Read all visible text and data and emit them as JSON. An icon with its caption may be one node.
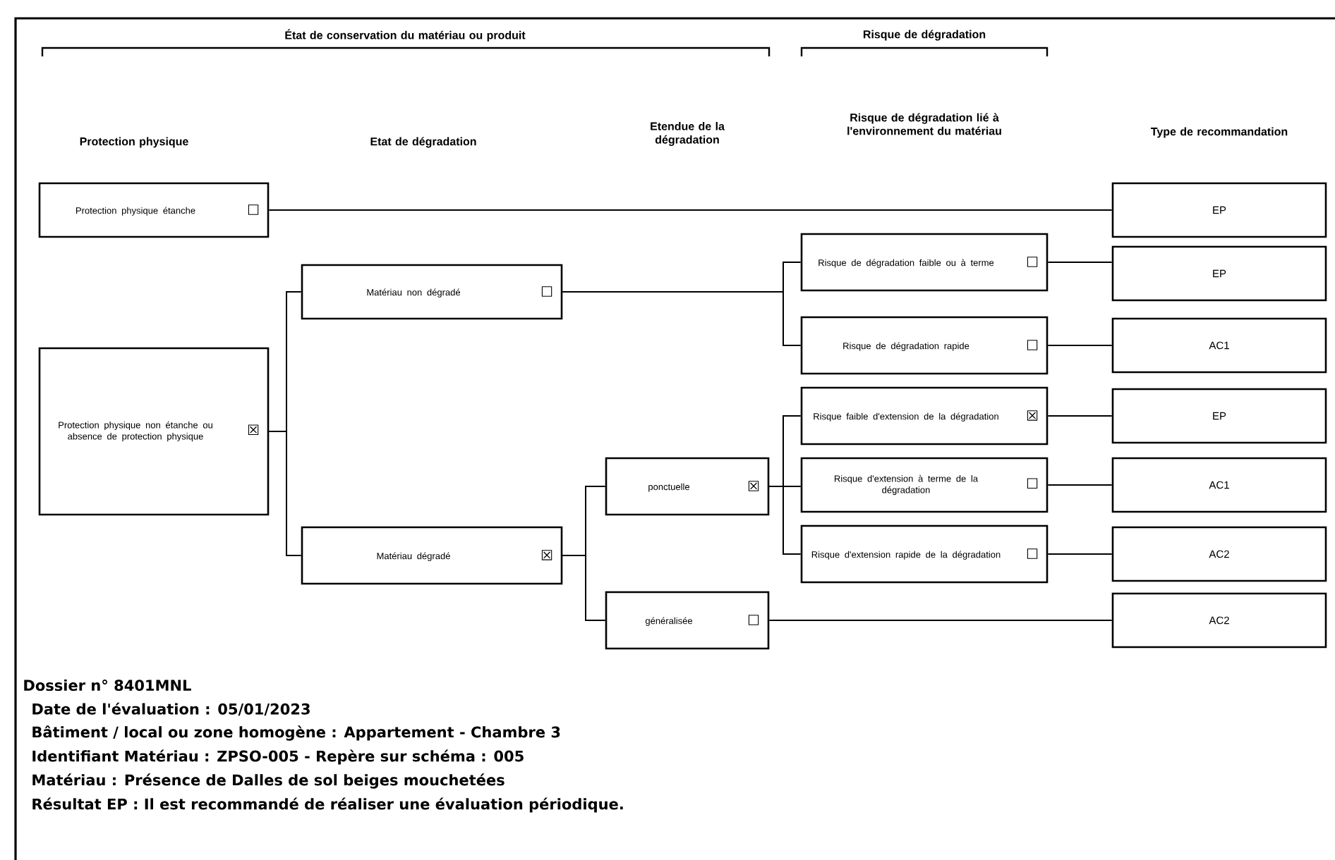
{
  "diagram": {
    "nodes": [
      {
        "text": [
          "Protection physique étanche",
          "☐"
        ]
      },
      {
        "text": [
          "Protection physique non étanche ou absence de protection physique",
          "☒"
        ]
      },
      {
        "text": [
          "Matériau non dégradé",
          "☐"
        ]
      },
      {
        "text": [
          "Matériau dégradé",
          "☒"
        ]
      },
      {
        "text": [
          "ponctuelle",
          "☒"
        ]
      },
      {
        "text": [
          "généralisée",
          "☐"
        ]
      },
      {
        "text": [
          "Risque de dégradation faible ou à terme",
          "☐"
        ]
      },
      {
        "text": [
          "Risque de dégradation rapide",
          "☐"
        ]
      },
      {
        "text": [
          "Risque faible d'extension de la dégradation",
          "☒"
        ]
      },
      {
        "text": [
          "Risque d'extension à terme de la dégradation",
          "☐"
        ]
      },
      {
        "text": [
          "Risque d'extension rapide de la dégradation",
          "☐"
        ]
      },
      {
        "text": [
          "EP"
        ]
      },
      {
        "text": [
          "EP"
        ]
      },
      {
        "text": [
          "AC1"
        ]
      },
      {
        "text": [
          "EP"
        ]
      },
      {
        "text": [
          "AC1"
        ]
      },
      {
        "text": [
          "AC2"
        ]
      },
      {
        "text": [
          "AC2"
        ]
      }
    ],
    "edges": [
      {
        "from": 0,
        "to": 11,
        "arrow": "none"
      },
      {
        "from": 1,
        "to": 2,
        "arrow": "none"
      },
      {
        "from": 1,
        "to": 3,
        "arrow": "none"
      },
      {
        "from": 2,
        "to": 6,
        "arrow": "none"
      },
      {
        "from": 2,
        "to": 7,
        "arrow": "none"
      },
      {
        "from": 3,
        "to": 4,
        "arrow": "none"
      },
      {
        "from": 3,
        "to": 5,
        "arrow": "none"
      },
      {
        "from": 4,
        "to": 8,
        "arrow": "none"
      },
      {
        "from": 4,
        "to": 9,
        "arrow": "none"
      },
      {
        "from": 4,
        "to": 10,
        "arrow": "none"
      },
      {
        "from": 5,
        "to": 17,
        "arrow": "none"
      },
      {
        "from": 6,
        "to": 12,
        "arrow": "none"
      },
      {
        "from": 7,
        "to": 13,
        "arrow": "none"
      },
      {
        "from": 8,
        "to": 14,
        "arrow": "none"
      },
      {
        "from": 9,
        "to": 15,
        "arrow": "none"
      },
      {
        "from": 10,
        "to": 16,
        "arrow": "none"
      }
    ],
    "labels": [
      "État de conservation du matériau ou produit",
      "Risque de dégradation",
      "Protection physique",
      "Etat de dégradation",
      "Etendue de la dégradation",
      "Risque de dégradation lié à l'environnement du matériau",
      "Type de recommandation",
      "Dossier n° 8401MNL",
      "Date de l'évaluation : 05/01/2023",
      "Bâtiment / local ou zone homogène : Appartement - Chambre 3",
      "Identifiant Matériau : ZPSO-005 - Repère sur schéma : 005",
      "Matériau : Présence de Dalles de sol beiges mouchetées",
      "Résultat EP : Il est recommandé de réaliser une évaluation périodique."
    ]
  }
}
